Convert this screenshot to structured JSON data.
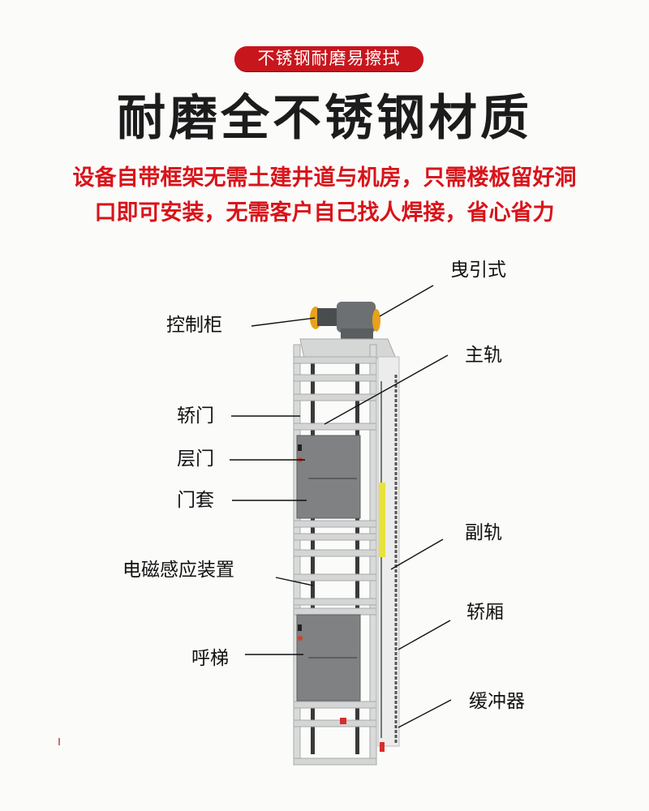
{
  "badge": {
    "text": "不锈钢耐磨易擦拭",
    "color": "#c8161d"
  },
  "heading": {
    "text": "耐磨全不锈钢材质",
    "color": "#1c1c1c"
  },
  "description": {
    "line1": "设备自带框架无需土建井道与机房，只需楼板留好洞",
    "line2": "口即可安装，无需客户自己找人焊接，省心省力",
    "color": "#d8141a"
  },
  "diagram": {
    "subject": "dumbwaiter-elevator-frame",
    "left_labels": [
      {
        "id": "control-cabinet",
        "text": "控制柜"
      },
      {
        "id": "car-door",
        "text": "轿门"
      },
      {
        "id": "landing-door",
        "text": "层门"
      },
      {
        "id": "door-frame",
        "text": "门套"
      },
      {
        "id": "electromagnetic-sensor",
        "text": "电磁感应装置"
      },
      {
        "id": "call-button",
        "text": "呼梯"
      }
    ],
    "right_labels": [
      {
        "id": "traction",
        "text": "曳引式"
      },
      {
        "id": "main-rail",
        "text": "主轨"
      },
      {
        "id": "auxiliary-rail",
        "text": "副轨"
      },
      {
        "id": "car",
        "text": "轿厢"
      },
      {
        "id": "buffer",
        "text": "缓冲器"
      }
    ]
  }
}
